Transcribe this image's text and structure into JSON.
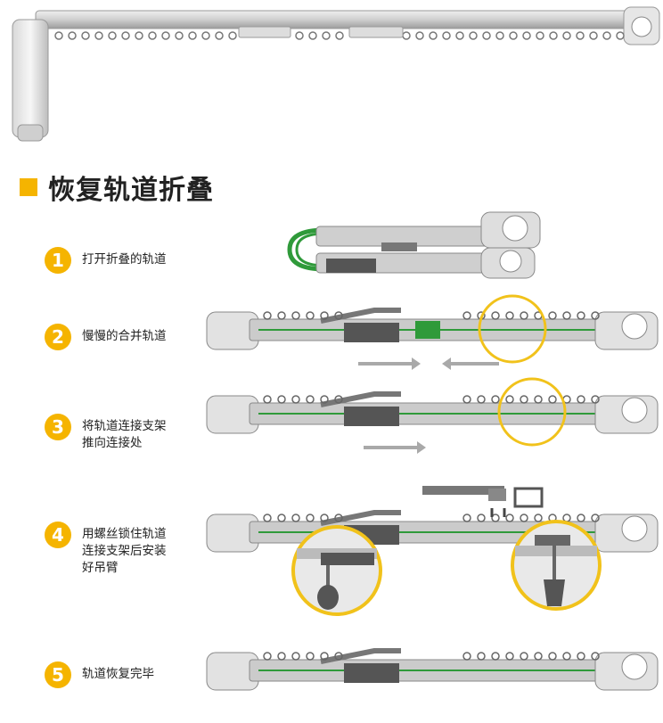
{
  "section": {
    "title": "恢复轨道折叠",
    "accent_color": "#f5b400"
  },
  "steps": [
    {
      "number": "1",
      "lines": [
        "打开折叠的轨道"
      ]
    },
    {
      "number": "2",
      "lines": [
        "慢慢的合并轨道"
      ]
    },
    {
      "number": "3",
      "lines": [
        "将轨道连接支架",
        "推向连接处"
      ]
    },
    {
      "number": "4",
      "lines": [
        "用螺丝锁住轨道",
        "连接支架后安装",
        "好吊臂"
      ]
    },
    {
      "number": "5",
      "lines": [
        "轨道恢复完毕"
      ]
    }
  ],
  "colors": {
    "rail": "#c9c9c9",
    "rail_dark": "#8e8e8e",
    "connector_green": "#2f9a3a",
    "arrow": "#a9a9a9",
    "highlight_circle": "#f1c21b"
  },
  "icons": {
    "motor": "motor-icon",
    "screw": "screw-icon"
  }
}
